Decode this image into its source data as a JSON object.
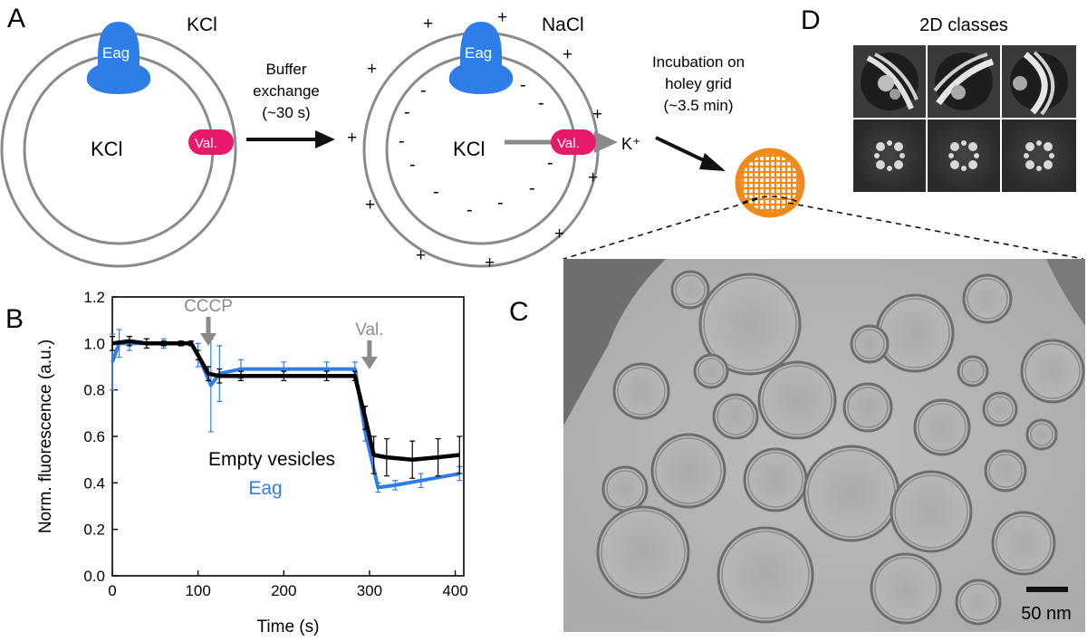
{
  "panels": {
    "a": "A",
    "b": "B",
    "c": "C",
    "d": "D"
  },
  "panel_a": {
    "outside_left": "KCl",
    "inside_left": "KCl",
    "outside_right": "NaCl",
    "inside_right": "KCl",
    "eag": "Eag",
    "val": "Val.",
    "k_ion": "K⁺",
    "step1": [
      "Buffer",
      "exchange",
      "(~30 s)"
    ],
    "step2": [
      "Incubation on",
      "holey grid",
      "(~3.5 min)"
    ],
    "plus": "+",
    "minus": "-"
  },
  "panel_c": {
    "scalebar": "50 nm"
  },
  "panel_d": {
    "title": "2D classes"
  },
  "colors": {
    "eag_blue": "#2f7ee8",
    "val_pink": "#e8196b",
    "grid_orange": "#f08a1c",
    "gray": "#8a8a8a"
  },
  "chart_data": {
    "type": "line",
    "xlabel": "Time (s)",
    "ylabel": "Norm. fluorescence (a.u.)",
    "xlim": [
      0,
      410
    ],
    "ylim": [
      0,
      1.2
    ],
    "xticks": [
      0,
      100,
      200,
      300,
      400
    ],
    "yticks": [
      "0.0",
      "0.2",
      "0.4",
      "0.6",
      "0.8",
      "1.0",
      "1.2"
    ],
    "annotations": [
      "CCCP",
      "Val."
    ],
    "annotation_x": [
      112,
      300
    ],
    "legend": [
      "Empty vesicles",
      "Eag"
    ],
    "series": [
      {
        "name": "Empty vesicles",
        "color": "#000000",
        "x": [
          0,
          20,
          40,
          60,
          80,
          92,
          100,
          112,
          125,
          150,
          200,
          250,
          283,
          295,
          305,
          320,
          350,
          380,
          405
        ],
        "y": [
          1.0,
          1.01,
          1.0,
          1.0,
          1.0,
          1.0,
          0.95,
          0.87,
          0.86,
          0.86,
          0.86,
          0.86,
          0.86,
          0.68,
          0.52,
          0.51,
          0.5,
          0.51,
          0.52
        ],
        "err": [
          0.03,
          0.02,
          0.02,
          0.01,
          0.01,
          0.01,
          0.02,
          0.03,
          0.03,
          0.02,
          0.02,
          0.02,
          0.02,
          0.05,
          0.08,
          0.08,
          0.08,
          0.08,
          0.08
        ]
      },
      {
        "name": "Eag",
        "color": "#2f7ee8",
        "x": [
          0,
          8,
          20,
          40,
          60,
          80,
          92,
          100,
          115,
          125,
          150,
          200,
          250,
          283,
          295,
          310,
          330,
          360,
          405
        ],
        "y": [
          0.92,
          1.0,
          1.0,
          1.0,
          1.0,
          1.0,
          1.0,
          0.95,
          0.82,
          0.87,
          0.89,
          0.89,
          0.89,
          0.89,
          0.62,
          0.38,
          0.39,
          0.41,
          0.44
        ],
        "err": [
          0.12,
          0.06,
          0.03,
          0.02,
          0.02,
          0.01,
          0.01,
          0.05,
          0.2,
          0.12,
          0.04,
          0.03,
          0.03,
          0.03,
          0.04,
          0.02,
          0.02,
          0.03,
          0.03
        ]
      }
    ]
  }
}
